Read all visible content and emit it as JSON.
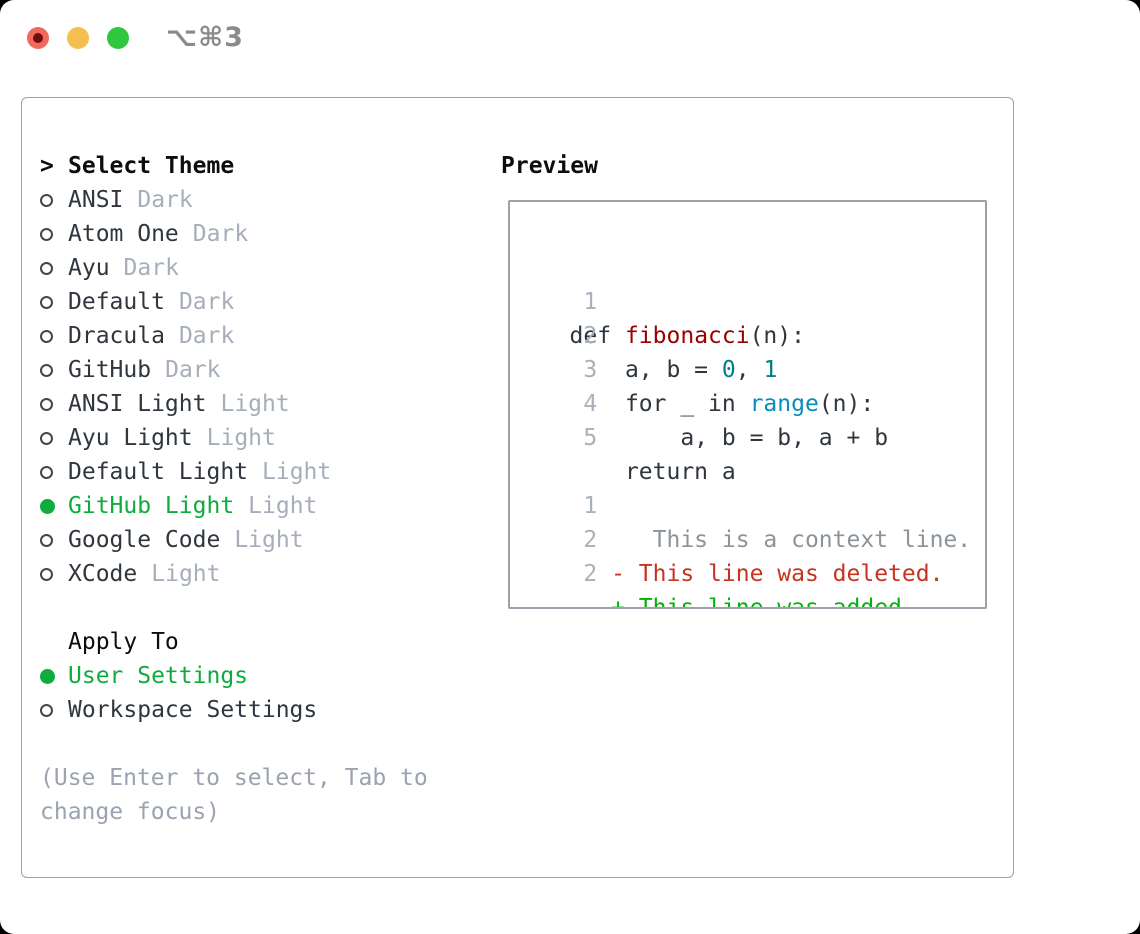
{
  "window": {
    "title": "⌥⌘3"
  },
  "colors": {
    "green_selected": "#10ab3e",
    "text_primary": "#2f363d",
    "text_black": "#0b0d0f",
    "text_muted": "#a6aeb9",
    "text_hint": "#9aa3af",
    "line_number": "#a9b1bc",
    "border": "#99a1ab",
    "func_red": "#990000",
    "number_teal": "#008080",
    "builtin_blue": "#0a8bbe",
    "diff_context": "#8b939b",
    "diff_deleted": "#c53420",
    "diff_added": "#00b30a",
    "traffic_red": "#ee6a5f",
    "traffic_red_dot": "#740b0c",
    "traffic_yellow": "#f5bf4f",
    "traffic_green": "#30c740",
    "title_gray": "#8a8a8a",
    "radio_outline": "#42474d"
  },
  "theme_picker": {
    "header_prefix": ">",
    "header_label": "Select Theme",
    "items": [
      {
        "name": "ANSI",
        "variant": "Dark",
        "selected": false
      },
      {
        "name": "Atom One",
        "variant": "Dark",
        "selected": false
      },
      {
        "name": "Ayu",
        "variant": "Dark",
        "selected": false
      },
      {
        "name": "Default",
        "variant": "Dark",
        "selected": false
      },
      {
        "name": "Dracula",
        "variant": "Dark",
        "selected": false
      },
      {
        "name": "GitHub",
        "variant": "Dark",
        "selected": false
      },
      {
        "name": "ANSI Light",
        "variant": "Light",
        "selected": false
      },
      {
        "name": "Ayu Light",
        "variant": "Light",
        "selected": false
      },
      {
        "name": "Default Light",
        "variant": "Light",
        "selected": false
      },
      {
        "name": "GitHub Light",
        "variant": "Light",
        "selected": true
      },
      {
        "name": "Google Code",
        "variant": "Light",
        "selected": false
      },
      {
        "name": "XCode",
        "variant": "Light",
        "selected": false
      }
    ],
    "apply_to": {
      "label": "Apply To",
      "options": [
        {
          "name": "User Settings",
          "variant": "",
          "selected": true
        },
        {
          "name": "Workspace Settings",
          "variant": "",
          "selected": false
        }
      ]
    },
    "hint": "(Use Enter to select, Tab to change focus)"
  },
  "preview": {
    "title": "Preview",
    "lines": [
      {
        "num": "1",
        "tokens": [
          {
            "text": " def ",
            "style": "plain"
          },
          {
            "text": "fibonacci",
            "style": "function"
          },
          {
            "text": "(n):",
            "style": "plain"
          }
        ]
      },
      {
        "num": "2",
        "tokens": [
          {
            "text": "     a, b = ",
            "style": "plain"
          },
          {
            "text": "0",
            "style": "number"
          },
          {
            "text": ", ",
            "style": "plain"
          },
          {
            "text": "1",
            "style": "number"
          }
        ]
      },
      {
        "num": "3",
        "tokens": [
          {
            "text": "     for _ in ",
            "style": "plain"
          },
          {
            "text": "range",
            "style": "builtin"
          },
          {
            "text": "(n):",
            "style": "plain"
          }
        ]
      },
      {
        "num": "4",
        "tokens": [
          {
            "text": "         a, b = b, a + b",
            "style": "plain"
          }
        ]
      },
      {
        "num": "5",
        "tokens": [
          {
            "text": "     return a",
            "style": "plain"
          }
        ]
      },
      {
        "blank": true
      },
      {
        "num": "1",
        "tokens": [
          {
            "text": "       This is a context line.",
            "style": "context"
          }
        ]
      },
      {
        "num": "2",
        "tokens": [
          {
            "text": "    - This line was deleted.",
            "style": "deleted"
          }
        ]
      },
      {
        "num": "2",
        "tokens": [
          {
            "text": "    + This line was added.",
            "style": "added"
          }
        ]
      }
    ]
  }
}
